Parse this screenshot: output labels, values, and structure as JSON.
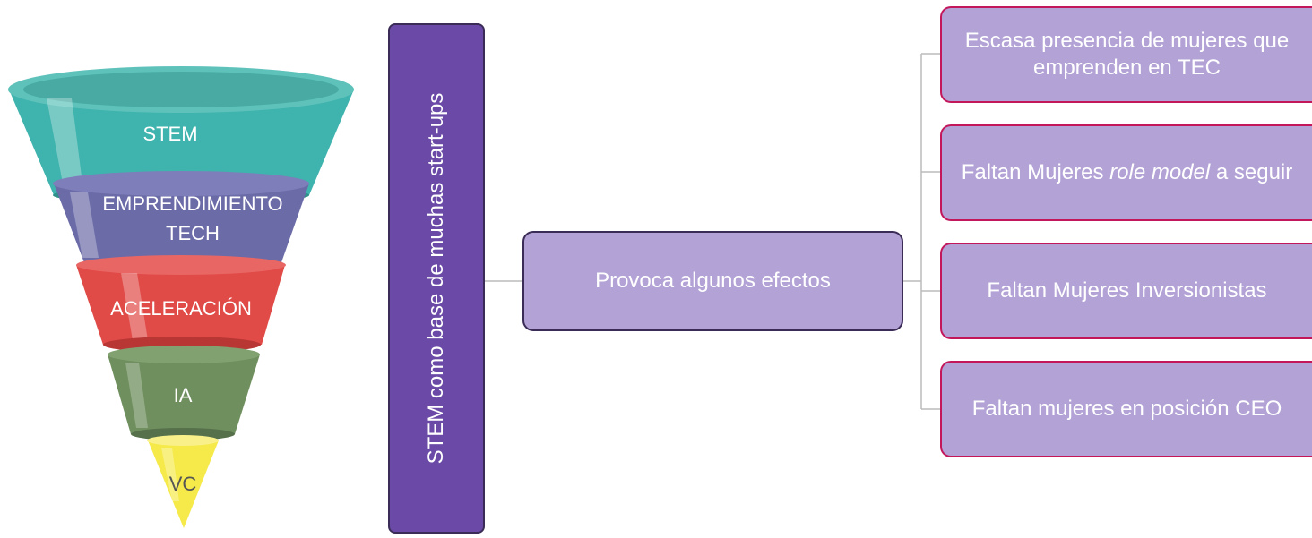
{
  "funnel": {
    "stages": [
      {
        "label": "STEM",
        "color": "#3fb3ad"
      },
      {
        "label_line1": "EMPRENDIMIENTO",
        "label_line2": "TECH",
        "color": "#6b6ba8"
      },
      {
        "label": "ACELERACIÓN",
        "color": "#e04a47"
      },
      {
        "label": "IA",
        "color": "#6f8f5e"
      },
      {
        "label": "VC",
        "color": "#f5ea4a"
      }
    ]
  },
  "vertical": {
    "text": "STEM como base de muchas start-ups",
    "color": "#6a4aa6"
  },
  "center": {
    "text": "Provoca algunos efectos",
    "color": "#b3a2d6"
  },
  "effects": [
    {
      "text": "Escasa presencia de mujeres que emprenden en TEC"
    },
    {
      "pre": "Faltan Mujeres ",
      "italic": "role model",
      "post": " a seguir"
    },
    {
      "text": "Faltan Mujeres Inversionistas"
    },
    {
      "text": "Faltan mujeres en posición CEO"
    }
  ],
  "colors": {
    "box_fill": "#b3a2d6",
    "effect_border": "#c2185b",
    "dark_border": "#3b2c57",
    "connector": "#bbbbbb"
  }
}
